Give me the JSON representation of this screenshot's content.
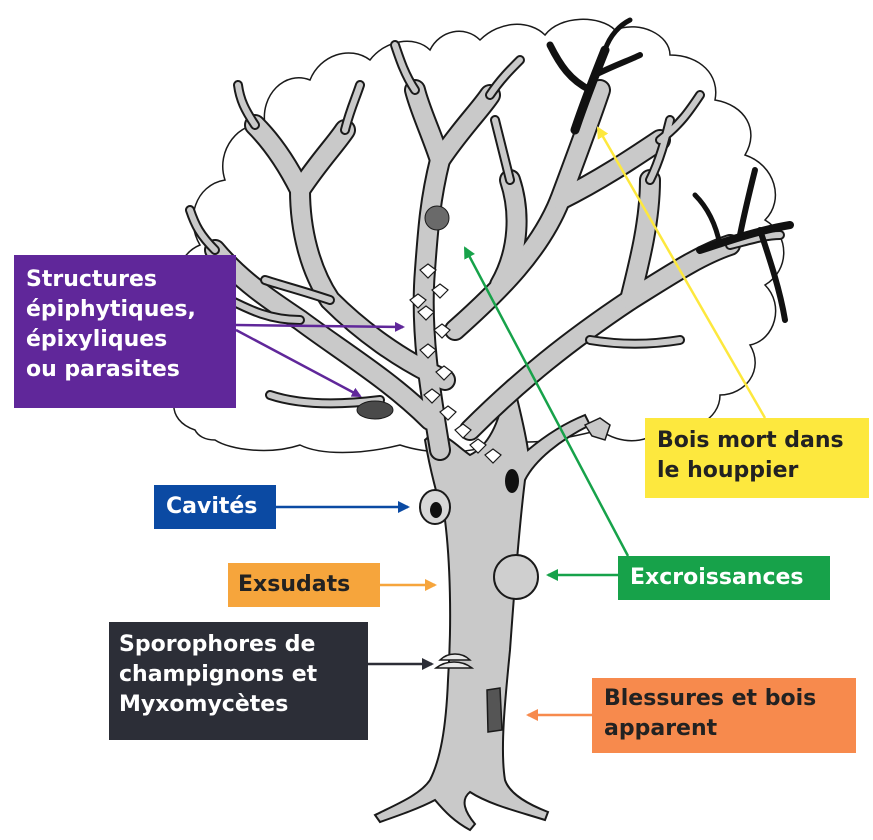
{
  "labels": {
    "epiphytes": "Structures\népiphytiques,\népixyliques\nou parasites",
    "cavites": "Cavités",
    "exsudats": "Exsudats",
    "sporophores": "Sporophores de\nchampignons et\nMyxomycètes",
    "bois_mort": "Bois mort dans\nle houppier",
    "excroissances": "Excroissances",
    "blessures": "Blessures et bois\napparent"
  },
  "colors": {
    "epiphytes": "#60279a",
    "cavites": "#0b4aa3",
    "exsudats": "#f6a53c",
    "sporophores": "#2c2e37",
    "bois_mort": "#fde83e",
    "excroissances": "#17a24a",
    "blessures": "#f78a4d",
    "wood": "#c9c9c9",
    "outline": "#1a1a1a",
    "dead_wood": "#111111"
  }
}
